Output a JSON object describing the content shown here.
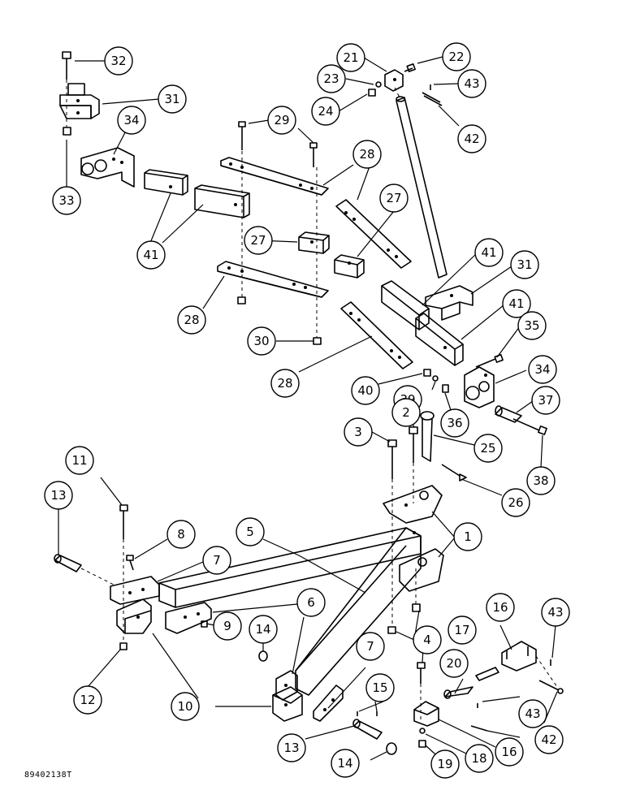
{
  "drawing_id": "89402138T",
  "callouts": [
    "32",
    "31",
    "33",
    "34",
    "21",
    "22",
    "23",
    "24",
    "43",
    "42",
    "29",
    "28",
    "27",
    "41",
    "30",
    "35",
    "40",
    "39",
    "36",
    "37",
    "38",
    "2",
    "3",
    "25",
    "26",
    "11",
    "13",
    "8",
    "7",
    "5",
    "1",
    "6",
    "9",
    "14",
    "4",
    "17",
    "16",
    "12",
    "10",
    "15",
    "20",
    "18",
    "19"
  ]
}
